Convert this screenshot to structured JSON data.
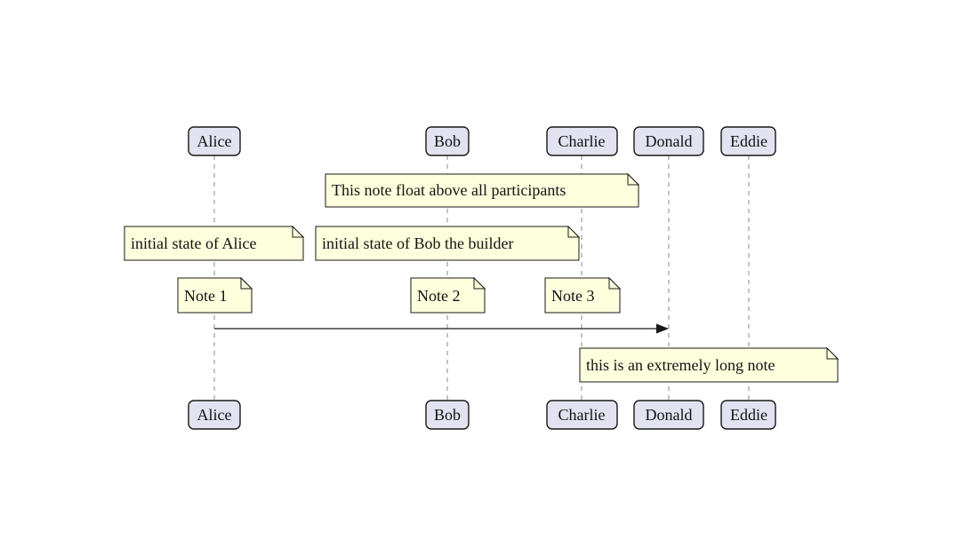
{
  "diagram_type": "sequence-diagram",
  "colors": {
    "background": "#FFFFFF",
    "participant_fill": "#E2E2F0",
    "participant_border": "#181818",
    "note_fill": "#FEFFDD",
    "note_border": "#181818",
    "lifeline": "#888888",
    "arrow": "#181818",
    "text": "#121212"
  },
  "participants": [
    {
      "name": "Alice"
    },
    {
      "name": "Bob"
    },
    {
      "name": "Charlie"
    },
    {
      "name": "Donald"
    },
    {
      "name": "Eddie"
    }
  ],
  "notes": [
    {
      "text": "This note float above all participants"
    },
    {
      "text": "initial state of Alice"
    },
    {
      "text": "initial state of Bob the builder"
    },
    {
      "text": "Note 1"
    },
    {
      "text": "Note 2"
    },
    {
      "text": "Note 3"
    },
    {
      "text": "this is an extremely long note"
    }
  ],
  "messages": [
    {
      "from": "Alice",
      "to": "Donald",
      "label": ""
    }
  ]
}
